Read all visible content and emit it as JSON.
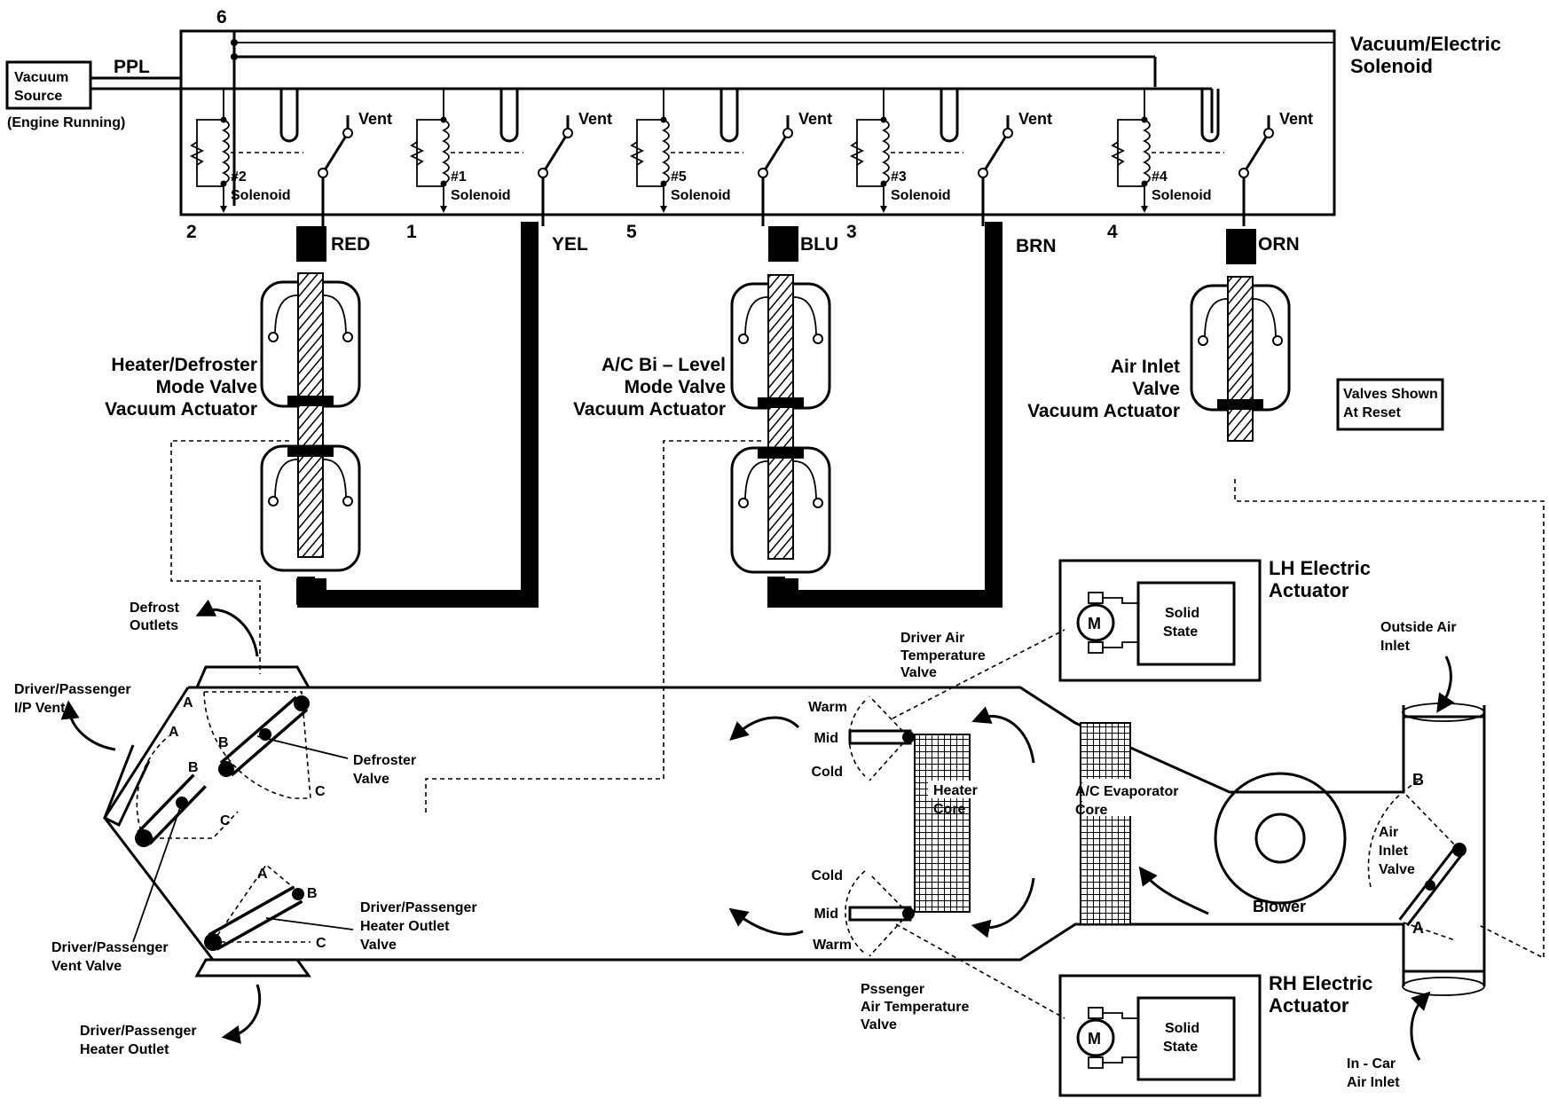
{
  "solenoid_box": {
    "title_line1": "Vacuum/Electric",
    "title_line2": "Solenoid",
    "top_terminal": "6",
    "supply_label": "PPL"
  },
  "vacuum_source": {
    "line1": "Vacuum",
    "line2": "Source",
    "note": "(Engine Running)"
  },
  "vent_label": "Vent",
  "solenoid_word": "Solenoid",
  "solenoids": [
    {
      "id": "#2",
      "terminal": "2"
    },
    {
      "id": "#1",
      "terminal": "1"
    },
    {
      "id": "#5",
      "terminal": "5"
    },
    {
      "id": "#3",
      "terminal": "3"
    },
    {
      "id": "#4",
      "terminal": "4"
    }
  ],
  "hoses": [
    "RED",
    "YEL",
    "BLU",
    "BRN",
    "ORN"
  ],
  "actuators": {
    "heater_defroster": [
      "Heater/Defroster",
      "Mode Valve",
      "Vacuum Actuator"
    ],
    "ac_bilevel": [
      "A/C Bi – Level",
      "Mode Valve",
      "Vacuum Actuator"
    ],
    "air_inlet": [
      "Air Inlet",
      "Valve",
      "Vacuum Actuator"
    ]
  },
  "reset_note": [
    "Valves Shown",
    "At Reset"
  ],
  "electric_actuators": {
    "lh": {
      "title": [
        "LH Electric",
        "Actuator"
      ],
      "motor": "M",
      "box": [
        "Solid",
        "State"
      ]
    },
    "rh": {
      "title": [
        "RH Electric",
        "Actuator"
      ],
      "motor": "M",
      "box": [
        "Solid",
        "State"
      ]
    }
  },
  "outlets": {
    "defrost": [
      "Defrost",
      "Outlets"
    ],
    "ip_vent": [
      "Driver/Passenger",
      "I/P Vent"
    ],
    "heater": [
      "Driver/Passenger",
      "Heater Outlet"
    ]
  },
  "valves": {
    "defroster": [
      "Defroster",
      "Valve"
    ],
    "vent": [
      "Driver/Passenger",
      "Vent Valve"
    ],
    "heater_outlet": [
      "Driver/Passenger",
      "Heater Outlet",
      "Valve"
    ],
    "driver_temp": [
      "Driver Air",
      "Temperature",
      "Valve"
    ],
    "passenger_temp": [
      "Pssenger",
      "Air Temperature",
      "Valve"
    ],
    "air_inlet": [
      "Air",
      "Inlet",
      "Valve"
    ]
  },
  "positions": {
    "A": "A",
    "B": "B",
    "C": "C"
  },
  "temps": {
    "warm": "Warm",
    "mid": "Mid",
    "cold": "Cold"
  },
  "cores": {
    "heater": [
      "Heater",
      "Core"
    ],
    "evaporator": [
      "A/C Evaporator",
      "Core"
    ]
  },
  "blower": "Blower",
  "inlets": {
    "outside": [
      "Outside Air",
      "Inlet"
    ],
    "incar": [
      "In - Car",
      "Air Inlet"
    ]
  }
}
